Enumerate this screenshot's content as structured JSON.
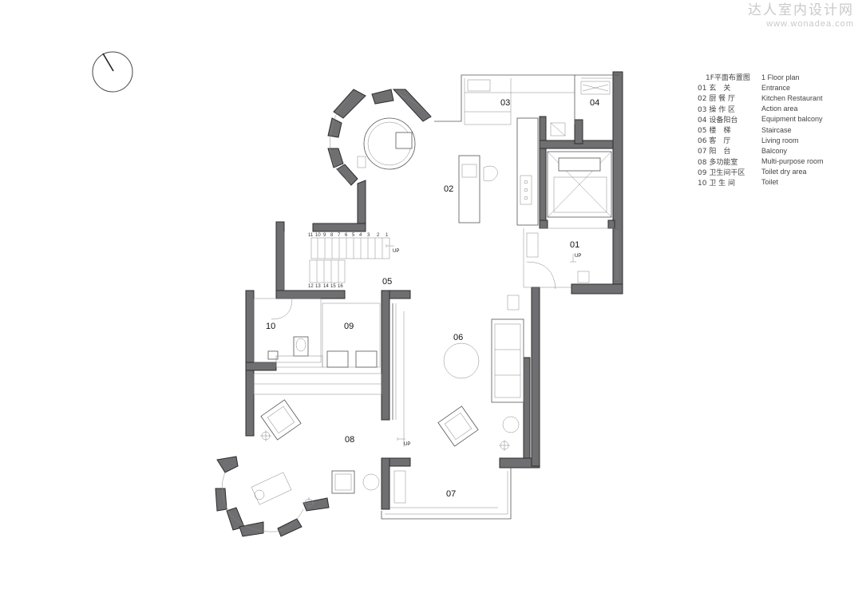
{
  "watermark": {
    "site_name_cn": "达人室内设计网",
    "site_url": "www.wonadea.com"
  },
  "legend": {
    "title_cn": "1F平面布置图",
    "title_en": "1 Floor plan",
    "items": [
      {
        "code_cn": "01 玄　关",
        "name_en": "Entrance"
      },
      {
        "code_cn": "02 厨 餐 厅",
        "name_en": "Kitchen Restaurant"
      },
      {
        "code_cn": "03 操 作 区",
        "name_en": "Action area"
      },
      {
        "code_cn": "04 设备阳台",
        "name_en": "Equipment balcony"
      },
      {
        "code_cn": "05 楼　梯",
        "name_en": "Staircase"
      },
      {
        "code_cn": "06 客　厅",
        "name_en": "Living room"
      },
      {
        "code_cn": "07 阳　台",
        "name_en": "Balcony"
      },
      {
        "code_cn": "08 多功能室",
        "name_en": "Multi-purpose room"
      },
      {
        "code_cn": "09 卫生间干区",
        "name_en": "Toilet dry area"
      },
      {
        "code_cn": "10 卫 生 间",
        "name_en": "Toilet"
      }
    ]
  },
  "rooms": {
    "r01": "01",
    "r02": "02",
    "r03": "03",
    "r04": "04",
    "r05": "05",
    "r06": "06",
    "r07": "07",
    "r08": "08",
    "r09": "09",
    "r10": "10"
  },
  "stairs": {
    "upper_numbers": [
      "11",
      "10",
      "9",
      "8",
      "7",
      "6",
      "5",
      "4",
      "3",
      "2",
      "1"
    ],
    "lower_numbers": [
      "12",
      "13",
      "14",
      "15",
      "16"
    ],
    "up_label": "UP"
  }
}
